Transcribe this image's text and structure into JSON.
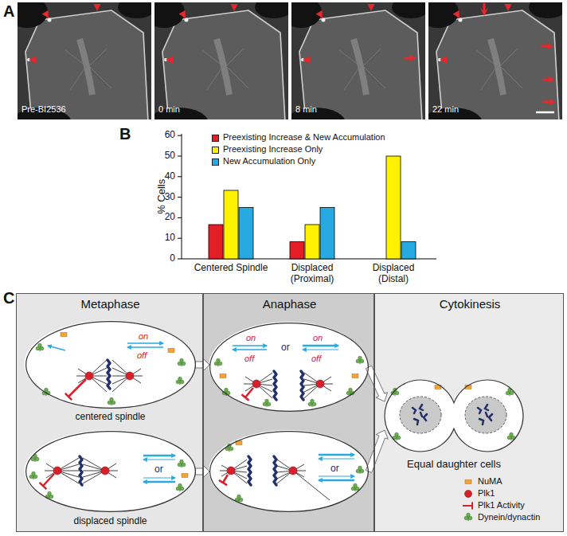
{
  "diagram": {
    "nodes": [
      {
        "text": [
          "Metaphase"
        ]
      },
      {
        "text": [
          "Anaphase"
        ]
      },
      {
        "text": [
          "Cytokinesis"
        ]
      },
      {
        "text": [
          "on",
          "off",
          "centered spindle"
        ],
        "in": 0
      },
      {
        "text": [
          "or",
          "displaced spindle"
        ],
        "in": 0
      },
      {
        "text": [
          "on",
          "off",
          "or",
          "on",
          "off"
        ],
        "in": 1
      },
      {
        "text": [
          "or"
        ],
        "in": 1
      },
      {
        "text": [
          "Equal daughter cells"
        ],
        "in": 2
      }
    ],
    "edges": [
      {
        "from": 3,
        "to": 5,
        "arrow": "to"
      },
      {
        "from": 4,
        "to": 6,
        "arrow": "to"
      },
      {
        "from": 5,
        "to": 7,
        "arrow": "to"
      },
      {
        "from": 6,
        "to": 7,
        "arrow": "to"
      }
    ],
    "labels": [
      "A",
      "Pre-BI2536",
      "0 min",
      "8 min",
      "22 min",
      "B",
      "% Cells",
      "60",
      "50",
      "40",
      "30",
      "20",
      "10",
      "0",
      "Centered Spindle",
      "Displaced (Proximal)",
      "Displaced (Distal)",
      "C"
    ],
    "legend": [
      {
        "text": "Preexisting Increase & New Accumulation",
        "color": "#e41e26"
      },
      {
        "text": "Preexisting Increase Only",
        "color": "#fff200"
      },
      {
        "text": "New Accumulation Only",
        "color": "#27aae1"
      },
      {
        "text": "NuMA"
      },
      {
        "text": "Plk1"
      },
      {
        "text": "Plk1 Activity"
      },
      {
        "text": "Dynein/dynactin"
      }
    ]
  }
}
